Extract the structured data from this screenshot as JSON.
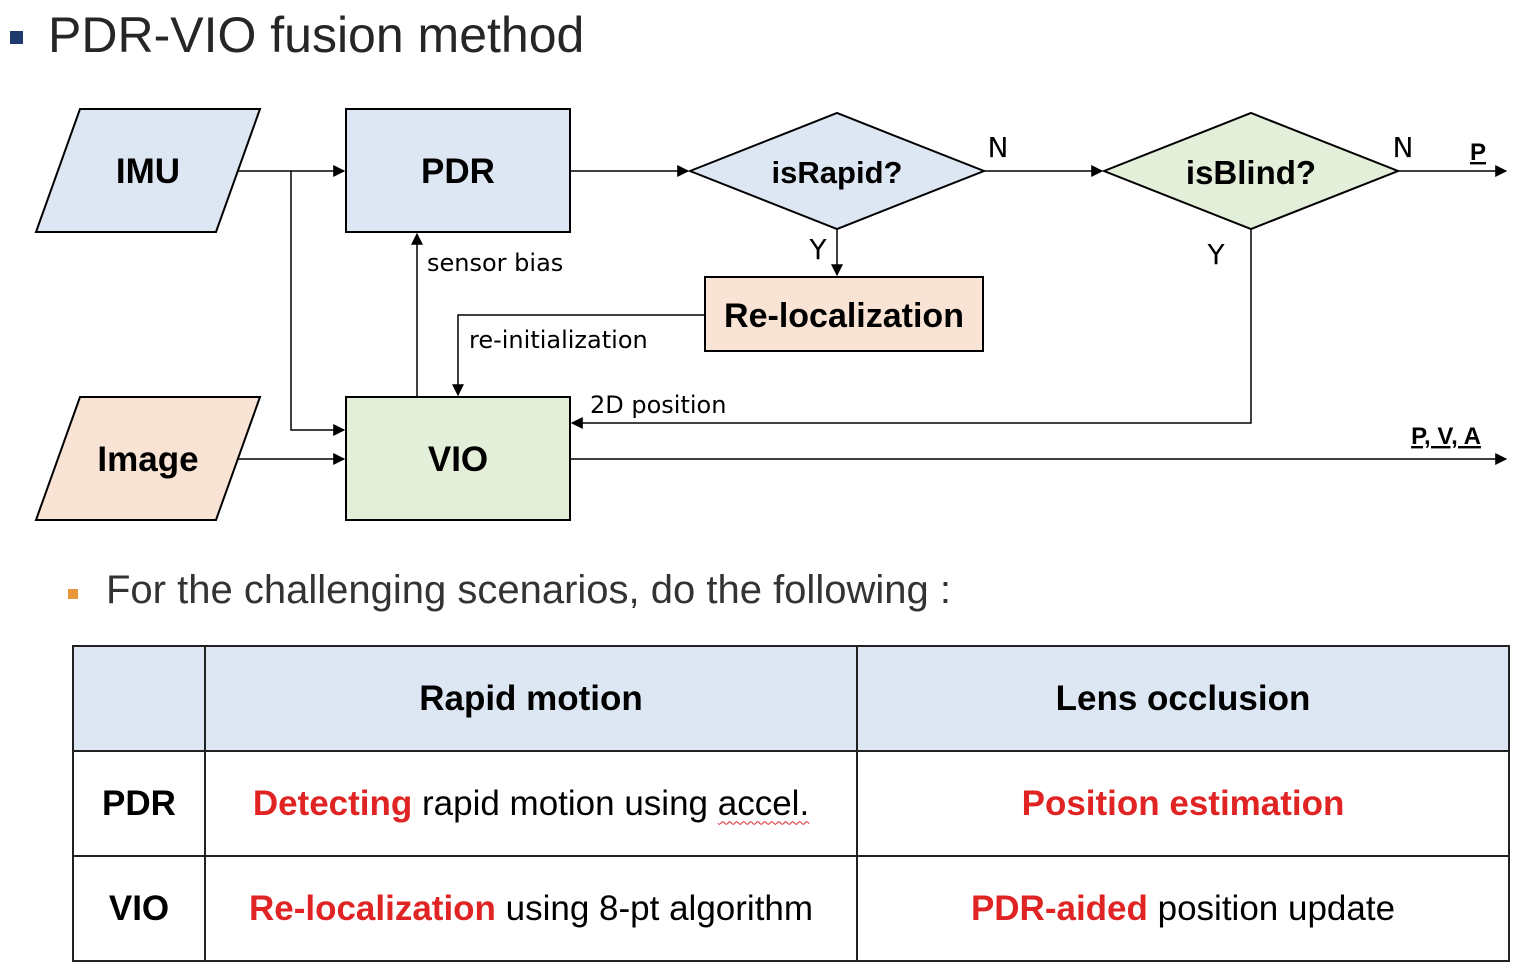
{
  "title": "PDR-VIO fusion method",
  "diagram": {
    "nodes": {
      "imu": "IMU",
      "image": "Image",
      "pdr": "PDR",
      "vio": "VIO",
      "is_rapid": "isRapid?",
      "is_blind": "isBlind?",
      "relocalization": "Re-localization"
    },
    "edge_labels": {
      "sensor_bias": "sensor bias",
      "re_initialization": "re-initialization",
      "position_2d": "2D position",
      "rapid_no": "N",
      "rapid_yes": "Y",
      "blind_no": "N",
      "blind_yes": "Y",
      "output_p": "P",
      "output_pva": "P, V, A"
    },
    "colors": {
      "blue_fill": "#dde7f3",
      "green_fill": "#e4efd9",
      "peach_fill": "#f8e3d4",
      "stroke": "#000000"
    }
  },
  "subtitle": "For the challenging scenarios, do the following :",
  "table": {
    "headers": [
      "",
      "Rapid motion",
      "Lens occlusion"
    ],
    "rows": [
      {
        "label": "PDR",
        "rapid_hl": "Detecting",
        "rapid_rest": " rapid motion using ",
        "rapid_squig": "accel.",
        "lens_hl": "Position estimation",
        "lens_rest": ""
      },
      {
        "label": "VIO",
        "rapid_hl": "Re-localization",
        "rapid_rest": " using 8-pt algorithm",
        "rapid_squig": "",
        "lens_hl": "PDR-aided",
        "lens_rest": " position update"
      }
    ],
    "highlight_color": "#e02424"
  }
}
